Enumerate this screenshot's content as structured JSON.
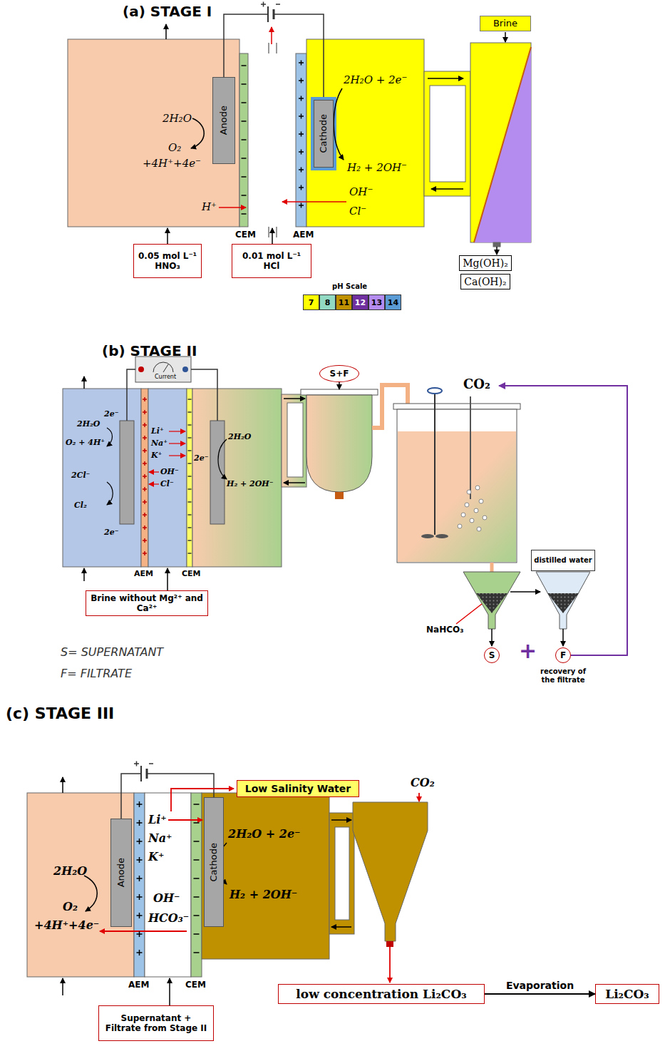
{
  "diagram": {
    "nodes": [
      {
        "text": [
          "Brine"
        ]
      },
      {
        "text": [
          "0.05 mol L⁻¹ HNO₃"
        ]
      },
      {
        "text": [
          "0.01 mol L⁻¹ HCl"
        ]
      },
      {
        "text": [
          "Mg(OH)₂"
        ]
      },
      {
        "text": [
          "Ca(OH)₂"
        ]
      },
      {
        "text": [
          "Anode"
        ]
      },
      {
        "text": [
          "Cathode"
        ]
      },
      {
        "text": [
          "Brine without Mg²⁺ and Ca²⁺"
        ]
      },
      {
        "text": [
          "S+F"
        ]
      },
      {
        "text": [
          "distilled water"
        ]
      },
      {
        "text": [
          "S"
        ]
      },
      {
        "text": [
          "F"
        ]
      },
      {
        "text": [
          "Low Salinity Water"
        ]
      },
      {
        "text": [
          "Supernatant + Filtrate from Stage II"
        ]
      },
      {
        "text": [
          "low concentration Li₂CO₃"
        ]
      },
      {
        "text": [
          "Li₂CO₃"
        ]
      },
      {
        "text": [
          "Anode"
        ]
      },
      {
        "text": [
          "Cathode"
        ]
      }
    ],
    "edges": [
      {
        "from": 14,
        "to": 15,
        "arrow": "to",
        "label": "Evaporation"
      }
    ],
    "labels": [
      "(a) STAGE I",
      "2H₂O",
      "O₂",
      "+4H⁺+4e⁻",
      "H⁺",
      "2H₂O + 2e⁻",
      "H₂ + 2OH⁻",
      "OH⁻",
      "Cl⁻",
      "CEM",
      "AEM",
      "pH Scale",
      "(b) STAGE II",
      "2H₂O",
      "O₂ + 4H⁺",
      "2e⁻",
      "2Cl⁻",
      "Cl₂",
      "2e⁻",
      "Li⁺",
      "Na⁺",
      "K⁺",
      "OH⁻",
      "Cl⁻",
      "2H₂O",
      "2e⁻",
      "H₂ + 2OH⁻",
      "AEM",
      "CEM",
      "CO₂",
      "NaHCO₃",
      "+",
      "S= SUPERNATANT",
      "F= FILTRATE",
      "recovery of the filtrate",
      "Current",
      "(c) STAGE III",
      "CO₂",
      "Li⁺",
      "Na⁺",
      "K⁺",
      "2H₂O",
      "O₂",
      "+4H⁺+4e⁻",
      "2H₂O + 2e⁻",
      "H₂ + 2OH⁻",
      "OH⁻",
      "HCO₃⁻",
      "AEM",
      "CEM"
    ],
    "legend": [
      {
        "text": "7",
        "color": "#ffff00"
      },
      {
        "text": "8",
        "color": "#92d9c3"
      },
      {
        "text": "11",
        "color": "#bf9000"
      },
      {
        "text": "12",
        "color": "#7030a0"
      },
      {
        "text": "13",
        "color": "#b48cf0"
      },
      {
        "text": "14",
        "color": "#5b9bd5"
      }
    ]
  }
}
